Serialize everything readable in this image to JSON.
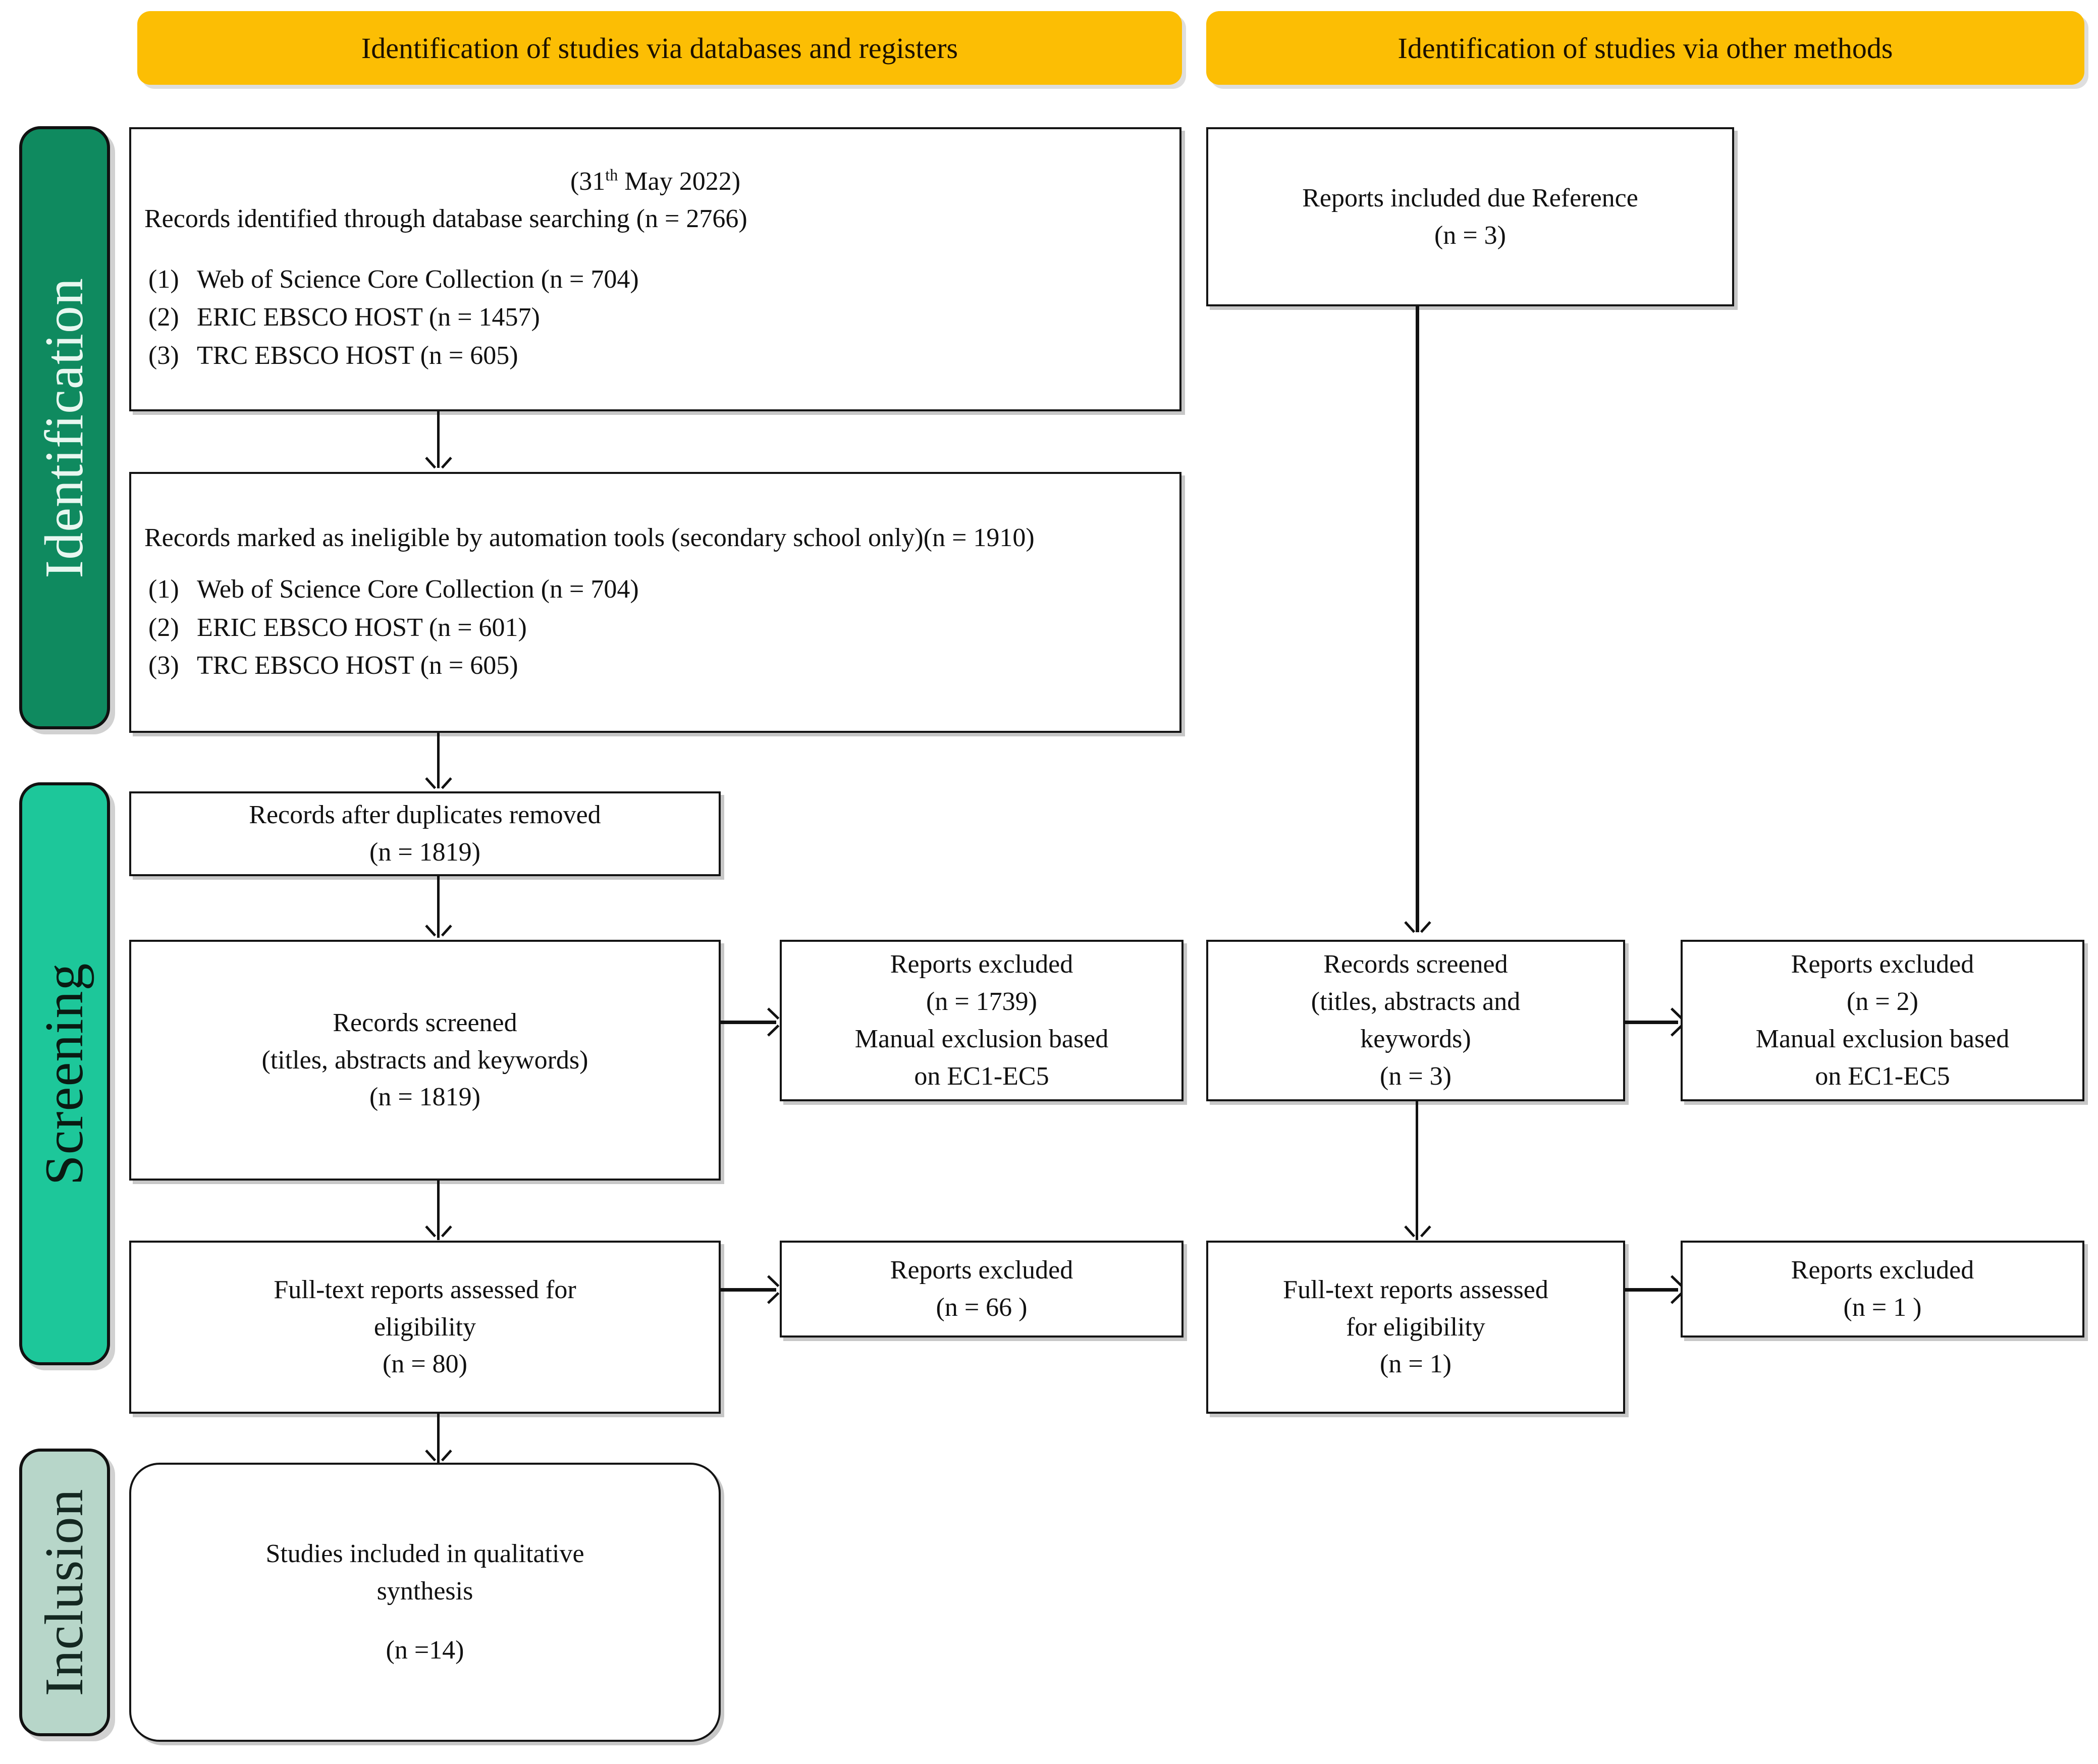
{
  "diagram": {
    "type": "prisma-flow-diagram",
    "banners": {
      "left": "Identification of studies via databases and registers",
      "right": "Identification of studies via other methods"
    },
    "stages": {
      "identification": "Identification",
      "screening": "Screening",
      "inclusion": "Inclusion"
    },
    "colors": {
      "banner": "#FCBE04",
      "stage_identification": "#0F8A5F",
      "stage_screening": "#1DC79A",
      "stage_inclusion": "#B7D6C9",
      "box_border": "#141414",
      "box_fill": "#FFFFFF"
    },
    "left_column": {
      "records_identified": {
        "date": "(31",
        "date_sup": "th",
        "date_rest": " May 2022)",
        "line": "Records identified through database searching (n = 2766)",
        "sources": [
          {
            "num": "(1)",
            "text": "Web of Science Core Collection (n = 704)"
          },
          {
            "num": "(2)",
            "text": "ERIC EBSCO HOST (n = 1457)"
          },
          {
            "num": "(3)",
            "text": "TRC EBSCO HOST (n = 605)"
          }
        ]
      },
      "records_ineligible": {
        "line": "Records marked as ineligible by automation tools (secondary school only)(n = 1910)",
        "sources": [
          {
            "num": "(1)",
            "text": "Web of Science Core Collection (n = 704)"
          },
          {
            "num": "(2)",
            "text": "ERIC EBSCO HOST (n = 601)"
          },
          {
            "num": "(3)",
            "text": "TRC EBSCO HOST (n = 605)"
          }
        ]
      },
      "duplicates_removed": {
        "line1": "Records after duplicates removed",
        "line2": "(n = 1819)"
      },
      "records_screened": {
        "line1": "Records screened",
        "line2": "(titles, abstracts and keywords)",
        "line3": "(n = 1819)"
      },
      "reports_excluded_screening": {
        "line1": "Reports excluded",
        "line2": "(n = 1739)",
        "line3": "Manual exclusion based",
        "line4": "on EC1-EC5"
      },
      "fulltext_assessed": {
        "line1": "Full-text reports assessed for",
        "line2": "eligibility",
        "line3": "(n = 80)"
      },
      "reports_excluded_fulltext": {
        "line1": "Reports excluded",
        "line2": "(n = 66 )"
      },
      "studies_included": {
        "line1": "Studies included in qualitative",
        "line2": "synthesis",
        "line3": "(n =14)"
      }
    },
    "right_column": {
      "reports_included_reference": {
        "line1": "Reports included due Reference",
        "line2": "(n = 3)"
      },
      "records_screened": {
        "line1": "Records screened",
        "line2": "(titles, abstracts and",
        "line3": "keywords)",
        "line4": "(n = 3)"
      },
      "reports_excluded_screening": {
        "line1": "Reports excluded",
        "line2": "(n = 2)",
        "line3": "Manual exclusion based",
        "line4": "on EC1-EC5"
      },
      "fulltext_assessed": {
        "line1": "Full-text reports assessed",
        "line2": "for eligibility",
        "line3": "(n = 1)"
      },
      "reports_excluded_fulltext": {
        "line1": "Reports excluded",
        "line2": "(n = 1 )"
      }
    }
  }
}
